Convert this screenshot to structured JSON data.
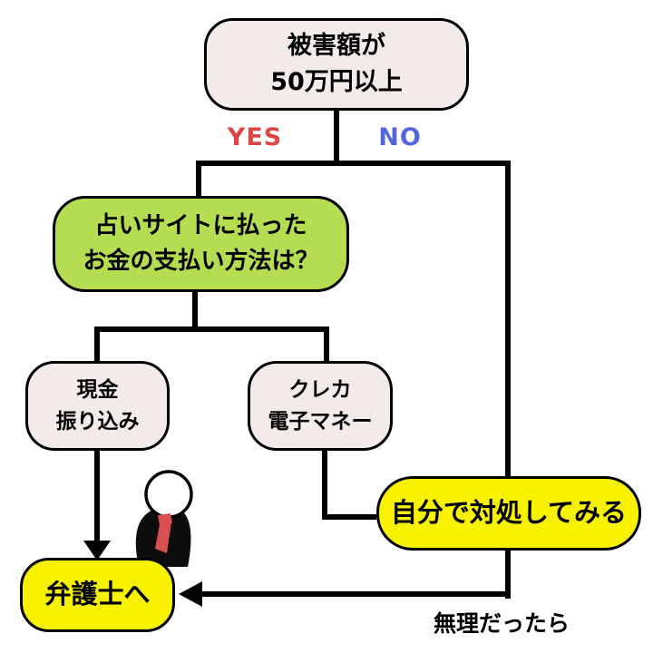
{
  "diagram": {
    "type": "flowchart",
    "background": "#ffffff",
    "nodes": {
      "damage": {
        "lines": [
          "被害額が",
          "50万円以上"
        ],
        "fill": "#f2ebea"
      },
      "payment": {
        "lines": [
          "占いサイトに払った",
          "お金の支払い方法は？"
        ],
        "fill": "#b5dd52"
      },
      "cash": {
        "lines": [
          "現金",
          "振り込み"
        ],
        "fill": "#f2ebea"
      },
      "card": {
        "lines": [
          "クレカ",
          "電子マネー"
        ],
        "fill": "#f2ebea"
      },
      "self": {
        "label": "自分で対処してみる",
        "fill": "#f8f100"
      },
      "lawyer": {
        "label": "弁護士へ",
        "fill": "#f8f100"
      }
    },
    "labels": {
      "yes": "YES",
      "no": "NO",
      "fallback": "無理だったら"
    },
    "colors": {
      "yes_label": "#dc4545",
      "no_label": "#5565e0",
      "edge": "#000000",
      "node_border": "#000000",
      "tie": "#d94f4f"
    },
    "icons": {
      "person": "businessman-icon"
    }
  }
}
